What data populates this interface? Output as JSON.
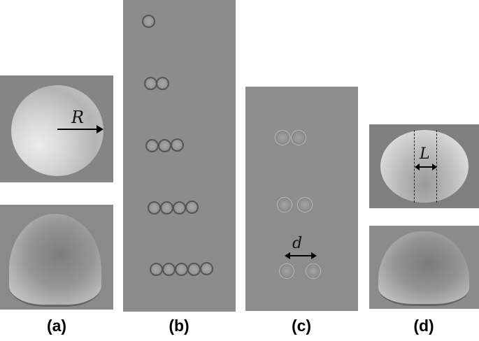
{
  "figure": {
    "panels": [
      {
        "id": "a",
        "label": "(a)",
        "annotation": "R",
        "description": "SEM top and tilted view of single dome droplet"
      },
      {
        "id": "b",
        "label": "(b)",
        "description": "Rows of 1 to 5 touching droplets",
        "row_counts": [
          1,
          2,
          3,
          4,
          5
        ]
      },
      {
        "id": "c",
        "label": "(c)",
        "annotation": "d",
        "description": "Pairs of droplets at increasing separation",
        "pair_count": 3
      },
      {
        "id": "d",
        "label": "(d)",
        "annotation": "L",
        "description": "SEM top and tilted view of elongated merged droplet"
      }
    ],
    "colors": {
      "background": "#ffffff",
      "substrate": "#8c8c8c",
      "arrow": "#000000"
    }
  }
}
